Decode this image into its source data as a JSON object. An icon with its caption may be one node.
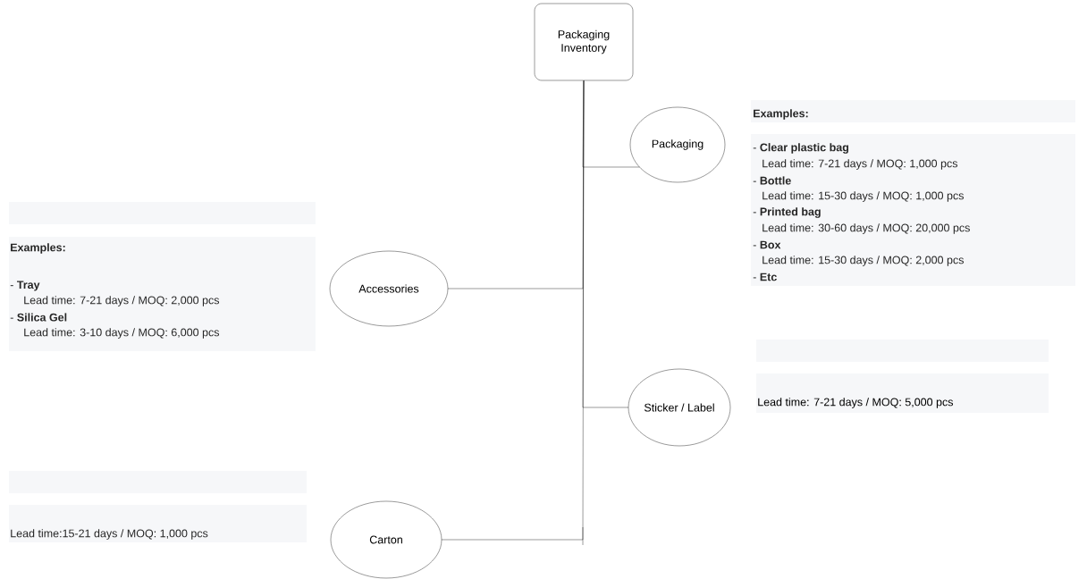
{
  "diagram": {
    "nodes": [
      {
        "text": [
          "Packaging Inventory"
        ]
      },
      {
        "text": [
          "Packaging"
        ]
      },
      {
        "text": [
          "Accessories"
        ]
      },
      {
        "text": [
          "Sticker / Label"
        ],
        "beside": [
          "Lead time: 7-21 days / MOQ: 5,000 pcs"
        ]
      },
      {
        "text": [
          "Carton"
        ]
      }
    ],
    "edges": [
      {
        "from": 0,
        "to": 1,
        "arrow": "none"
      },
      {
        "from": 0,
        "to": 2,
        "arrow": "none"
      },
      {
        "from": 0,
        "to": 3,
        "arrow": "none"
      },
      {
        "from": 0,
        "to": 4,
        "arrow": "none"
      }
    ],
    "labels": [
      "Examples:",
      "- **Clear plastic bag**",
      "Lead time: 7-21 days / MOQ: 1,000 pcs",
      "- **Bottle**",
      "Lead time: 15-30 days / MOQ: 1,000 pcs",
      "- **Printed bag**",
      "Lead time: 30-60 days / MOQ: 20,000 pcs",
      "- **Box**",
      "Lead time: 15-30 days / MOQ: 2,000 pcs",
      "- **Etc**",
      "Examples:",
      "- **Tray**",
      "Lead time: 7-21 days / MOQ: 2,000 pcs",
      "- **Silica Gel**",
      "Lead time: 3-10 days / MOQ: 6,000 pcs",
      "Lead time:15-21 days / MOQ: 1,000 pcs"
    ]
  }
}
